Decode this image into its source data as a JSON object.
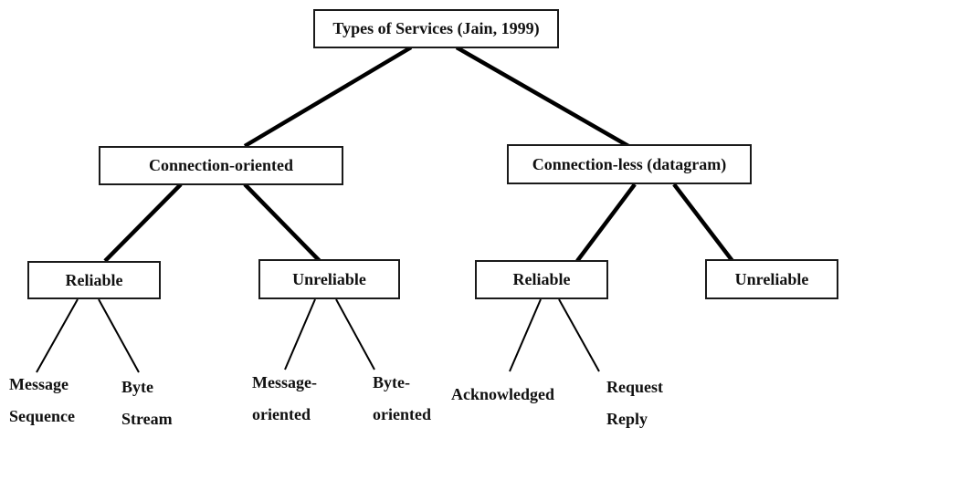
{
  "root": {
    "label": "Types of Services (Jain, 1999)"
  },
  "branches": [
    {
      "label": "Connection-oriented",
      "children": [
        {
          "label": "Reliable",
          "leaves": [
            [
              "Message",
              "Sequence"
            ],
            [
              "Byte",
              "Stream"
            ]
          ]
        },
        {
          "label": "Unreliable",
          "leaves": [
            [
              "Message-",
              "oriented"
            ],
            [
              "Byte-",
              "oriented"
            ]
          ]
        }
      ]
    },
    {
      "label": "Connection-less (datagram)",
      "children": [
        {
          "label": "Reliable",
          "leaves": [
            [
              "Acknowledged"
            ],
            [
              "Request",
              "Reply"
            ]
          ]
        },
        {
          "label": "Unreliable",
          "leaves": []
        }
      ]
    }
  ]
}
